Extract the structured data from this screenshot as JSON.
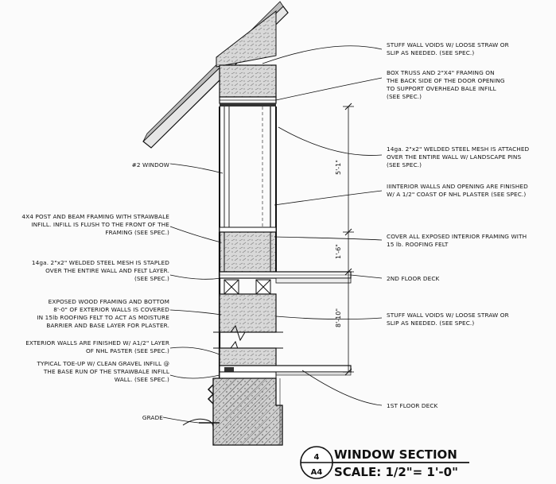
{
  "notes_right": [
    [
      "STUFF WALL VOIDS W/ LOOSE STRAW OR",
      "SLIP AS NEEDED. (SEE SPEC.)"
    ],
    [
      "BOX TRUSS AND 2\"X4\" FRAMING ON",
      "THE BACK SIDE OF THE DOOR OPENING",
      "TO SUPPORT OVERHEAD BALE INFILL",
      "(SEE SPEC.)"
    ],
    [
      "14ga. 2\"x2\" WELDED STEEL MESH IS ATTACHED",
      "OVER THE ENTIRE WALL W/ LANDSCAPE PINS",
      "(SEE SPEC.)"
    ],
    [
      "IIINTERIOR WALLS AND OPENING ARE FINISHED",
      "W/ A 1/2\" COAST OF NHL PLASTER (SEE SPEC.)"
    ],
    [
      "COVER ALL EXPOSED INTERIOR FRAMING WITH",
      "15 lb. ROOFING FELT"
    ],
    [
      "2ND FLOOR DECK"
    ],
    [
      "STUFF WALL VOIDS W/ LOOSE STRAW OR",
      "SLIP AS NEEDED. (SEE SPEC.)"
    ],
    [
      "1ST FLOOR DECK"
    ]
  ],
  "notes_left": [
    [
      "#2 WINDOW"
    ],
    [
      "4X4 POST AND BEAM FRAMING WITH STRAWBALE",
      "INFILL. INFILL IS FLUSH TO THE FRONT OF THE",
      "FRAMING (SEE SPEC.)"
    ],
    [
      "14ga. 2\"x2\" WELDED STEEL MESH IS STAPLED",
      "OVER THE ENTIRE WALL AND FELT LAYER.",
      "(SEE SPEC.)"
    ],
    [
      "EXPOSED WOOD FRAMING AND BOTTOM",
      "8'-0\" OF EXTERIOR WALLS IS COVERED",
      "IN 15lb ROOFING FELT TO ACT AS MOISTURE",
      "BARRIER AND BASE LAYER FOR PLASTER."
    ],
    [
      "EXTERIOR WALLS ARE FINISHED W/ A1/2\" LAYER",
      "OF NHL PASTER (SEE SPEC.)"
    ],
    [
      "TYPICAL TOE-UP W/ CLEAN GRAVEL INFILL @",
      "THE BASE RUN OF THE STRAWBALE INFILL",
      "WALL. (SEE SPEC.)"
    ],
    [
      "GRADE"
    ]
  ],
  "dimensions": {
    "upper": "5'-1\"",
    "middle": "1'-6\"",
    "lower": "8'-10\""
  },
  "title_block": {
    "detail_number": "4",
    "sheet": "A4",
    "title": "WINDOW SECTION",
    "scale": "SCALE: 1/2\"= 1'-0\""
  }
}
